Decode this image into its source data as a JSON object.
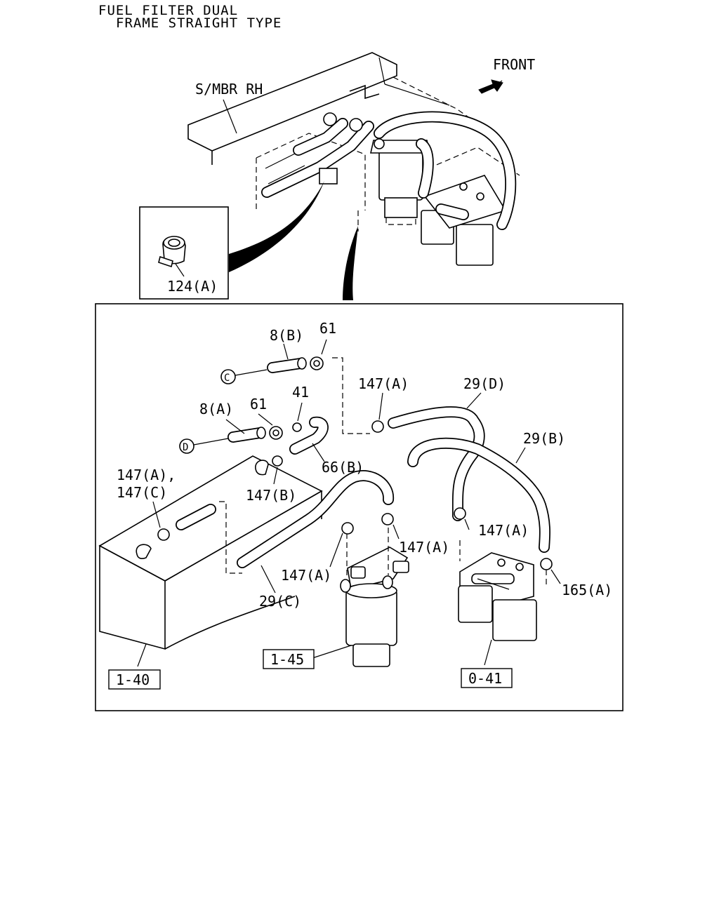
{
  "title": {
    "line1": "FUEL FILTER DUAL",
    "line2": "FRAME STRAIGHT TYPE"
  },
  "overview": {
    "front_label": "FRONT",
    "member_label": "S/MBR RH"
  },
  "inset": {
    "part_label": "124(A)"
  },
  "connectors": {
    "c": "C",
    "d": "D"
  },
  "callouts": {
    "p8b": "8(B)",
    "p61_top": "61",
    "p8a": "8(A)",
    "p61_mid": "61",
    "p41": "41",
    "p66b": "66(B)",
    "p147b": "147(B)",
    "p147ac_1": "147(A),",
    "p147ac_2": "147(C)",
    "p147a_top": "147(A)",
    "p29d": "29(D)",
    "p29b": "29(B)",
    "p147a_right": "147(A)",
    "p147a_mid": "147(A)",
    "p147a_low": "147(A)",
    "p165a": "165(A)",
    "p29c": "29(C)"
  },
  "boxed_refs": {
    "tank": "1-40",
    "filter_single": "1-45",
    "filter_dual": "0-41"
  },
  "colors": {
    "line": "#000000",
    "background": "#ffffff"
  }
}
